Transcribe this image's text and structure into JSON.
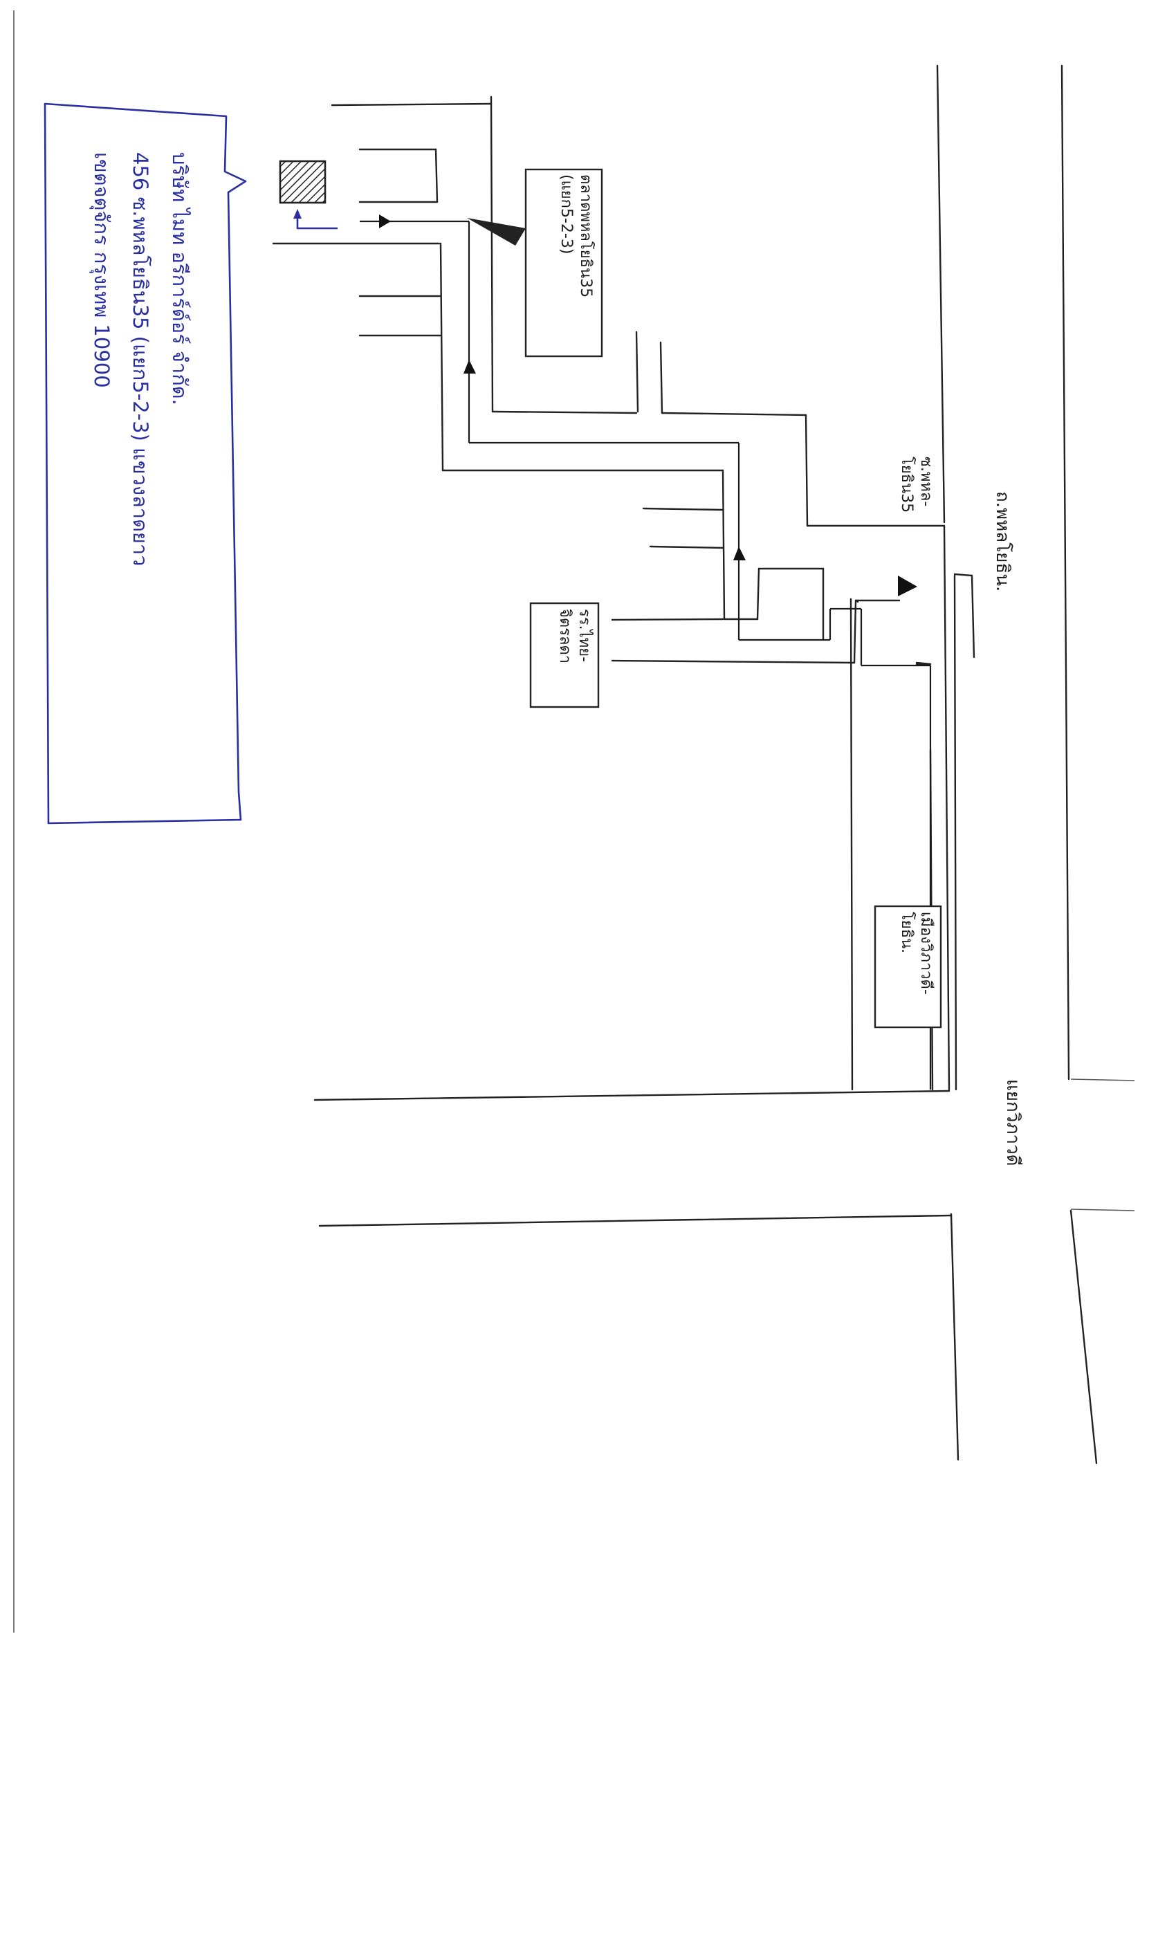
{
  "labels": {
    "building": {
      "line1": "ตลาดพหลโยธิน35",
      "line2": "(แยก5-2-3)"
    },
    "hospital": {
      "line1": "รร.ไทย-",
      "line2": "จิตรลดา"
    },
    "soi": {
      "line1": "ซ.พหล-",
      "line2": "โยธิน35"
    },
    "main_road": "ถ.พหลโยธิน.",
    "station": {
      "line1": "เมืองวิภาวดี-",
      "line2": "โยธิน."
    },
    "intersection": "แยกวิภาวดี"
  },
  "callout": {
    "line1": "บริษัท ไมท อรีการ์ด์อร์ จำกัด.",
    "line2": "456 ซ.พหลโยธิน35 (แยก5-2-3) แขวงลาดยาว",
    "line3": "เขตจตุจักร กรุงเทพ 10900"
  },
  "colors": {
    "ink": "#1c1c1c",
    "blue_ink": "#2a2fa0",
    "paper": "#ffffff"
  },
  "icons": [
    "destination-marker-icon",
    "direction-arrow-icon",
    "landmark-flag-icon"
  ]
}
